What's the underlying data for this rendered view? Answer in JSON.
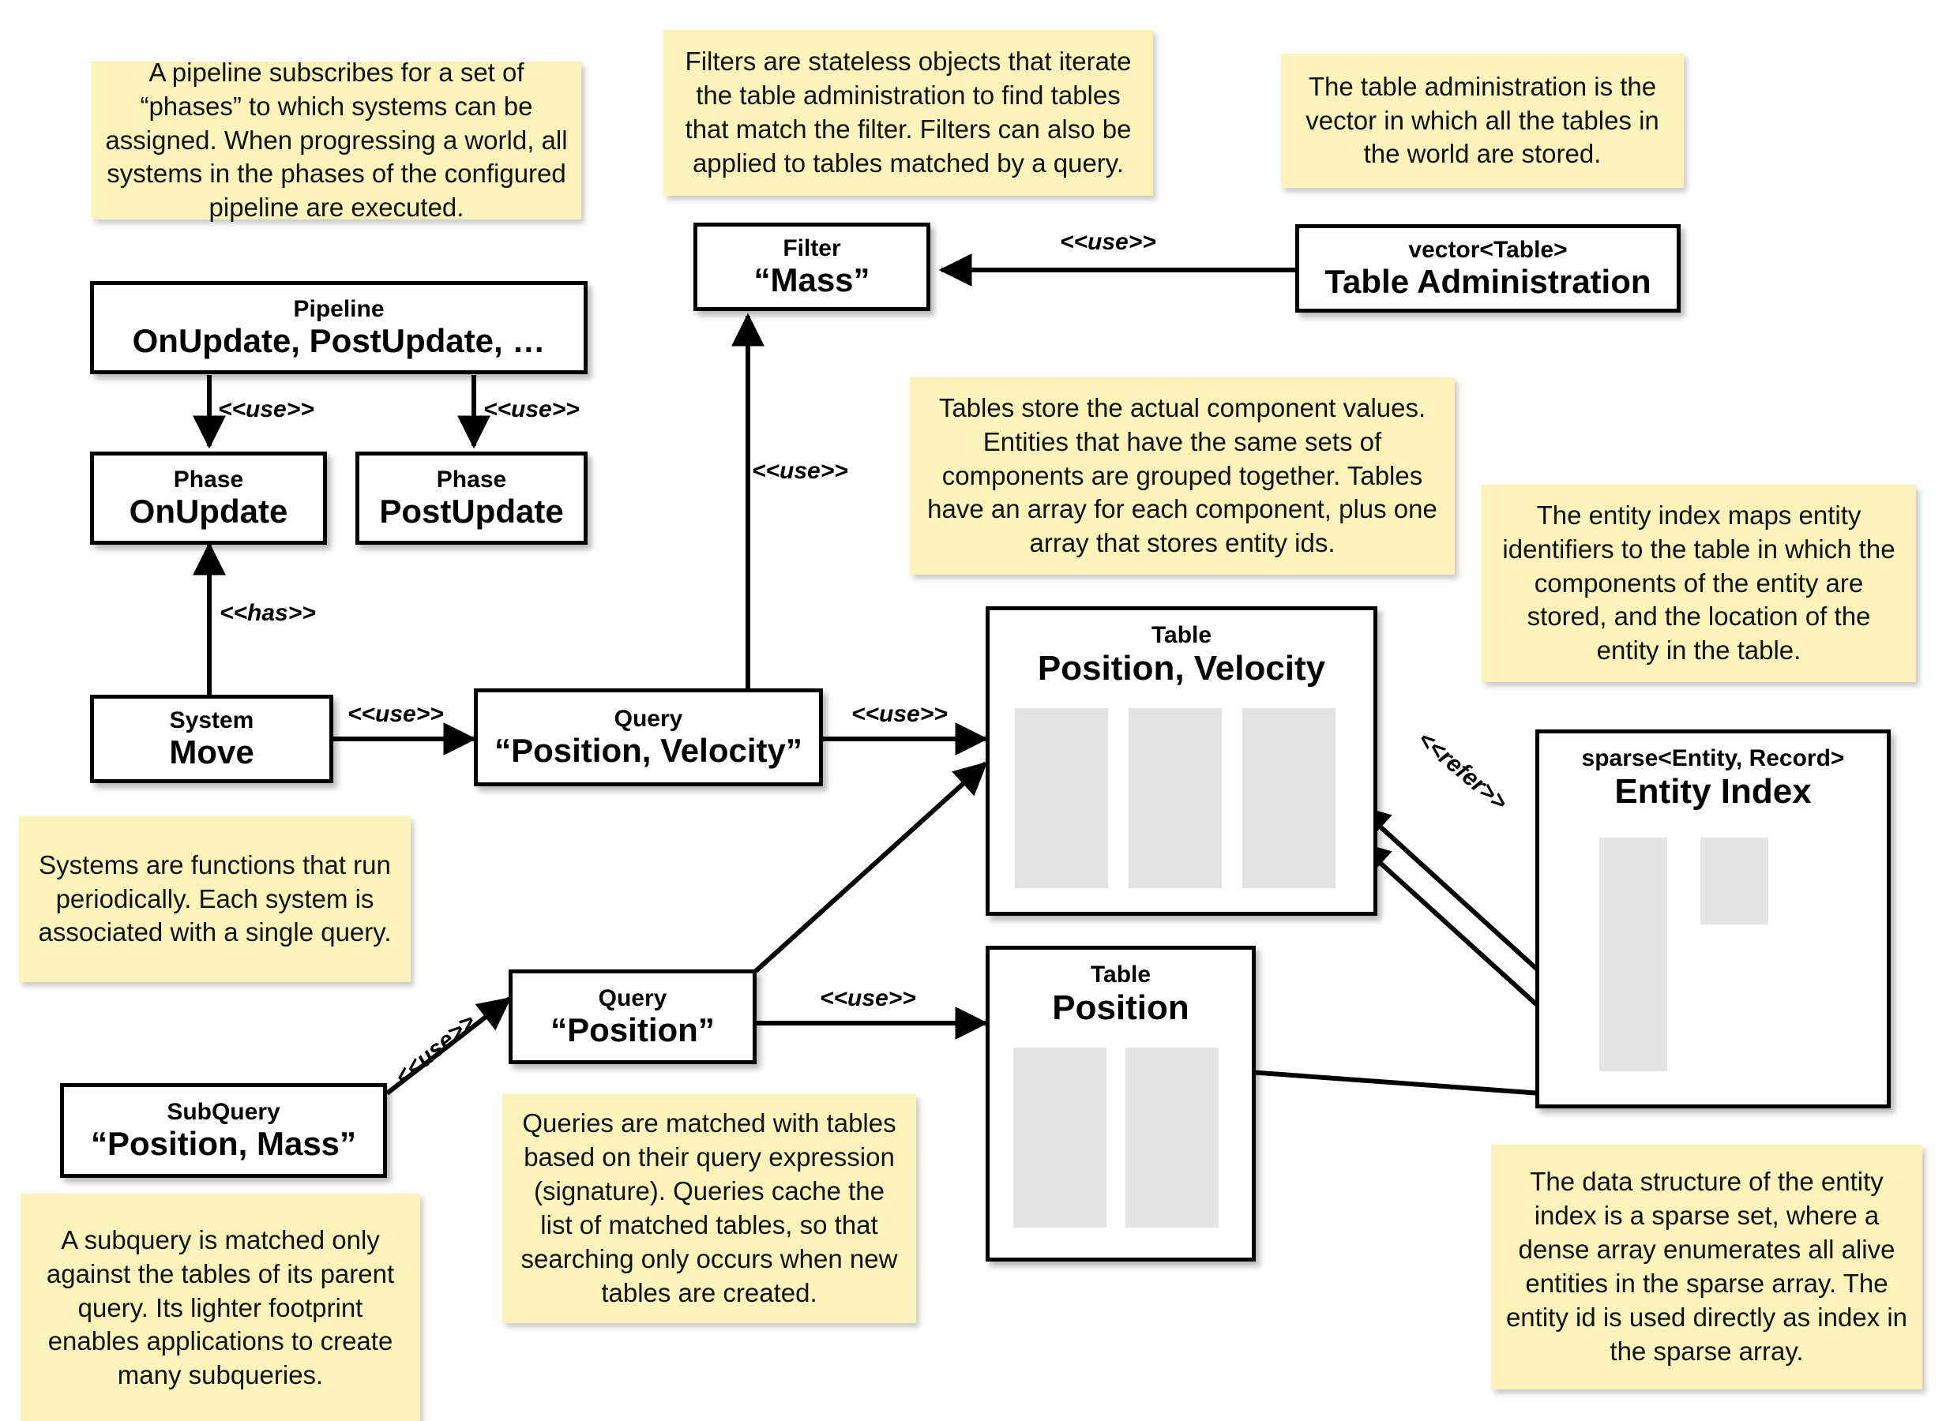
{
  "diagram": {
    "title": "ECS (Entity Component System) architecture diagram",
    "colors": {
      "note_background": "#fbf3b9",
      "box_background": "#ffffff",
      "box_border": "#000000",
      "column_fill": "#e3e3e3",
      "page_background": "#ffffff"
    }
  },
  "notes": [
    {
      "id": "note-pipeline",
      "text": "A pipeline subscribes for a set of “phases” to which systems can be assigned. When progressing a world, all systems in the phases of the configured pipeline are executed."
    },
    {
      "id": "note-filters",
      "text": "Filters are stateless objects that iterate the table administration to find tables that match the filter. Filters can also be applied to tables matched by a query."
    },
    {
      "id": "note-table-admin",
      "text": "The table administration is the vector in which all the tables in the world are stored."
    },
    {
      "id": "note-tables",
      "text": "Tables store the actual component values. Entities that have the same sets of components are grouped together. Tables have an array for each component, plus one array that stores entity ids."
    },
    {
      "id": "note-entity-index",
      "text": "The entity index maps entity identifiers to the table in which the components of the entity are stored, and the location of the entity in the table."
    },
    {
      "id": "note-systems",
      "text": "Systems are functions that run periodically. Each system is associated with a single query."
    },
    {
      "id": "note-queries",
      "text": "Queries are matched with tables based on their query expression (signature). Queries cache the list of matched tables, so that searching only occurs when new tables are created."
    },
    {
      "id": "note-subquery",
      "text": "A subquery is matched only against the tables of its parent query. Its lighter footprint enables applications to create many subqueries."
    },
    {
      "id": "note-sparse-set",
      "text": "The data structure of the entity index is a sparse set, where a dense array enumerates all alive entities in the sparse array. The entity id is used directly as index in the sparse array."
    }
  ],
  "boxes": {
    "filter_mass": {
      "stereotype": "Filter",
      "name": "“Mass”"
    },
    "table_admin": {
      "stereotype": "vector<Table>",
      "name": "Table Administration"
    },
    "pipeline": {
      "stereotype": "Pipeline",
      "name": "OnUpdate, PostUpdate, …"
    },
    "phase_onupdate": {
      "stereotype": "Phase",
      "name": "OnUpdate"
    },
    "phase_postupdate": {
      "stereotype": "Phase",
      "name": "PostUpdate"
    },
    "system_move": {
      "stereotype": "System",
      "name": "Move"
    },
    "query_pos_vel": {
      "stereotype": "Query",
      "name": "“Position, Velocity”"
    },
    "query_pos": {
      "stereotype": "Query",
      "name": "“Position”"
    },
    "subquery_pos_mass": {
      "stereotype": "SubQuery",
      "name": "“Position, Mass”"
    },
    "table_pos_vel": {
      "stereotype": "Table",
      "name": "Position, Velocity"
    },
    "table_pos": {
      "stereotype": "Table",
      "name": "Position"
    },
    "entity_index": {
      "stereotype": "sparse<Entity, Record>",
      "name": "Entity Index"
    }
  },
  "edge_labels": {
    "admin_to_filter": "<<use>>",
    "pipeline_to_onupdate": "<<use>>",
    "pipeline_to_postupdate": "<<use>>",
    "system_to_phase": "<<has>>",
    "system_to_query": "<<use>>",
    "query_to_filter": "<<use>>",
    "query_to_table": "<<use>>",
    "subquery_to_query": "<<use>>",
    "querypos_to_tablepos": "<<use>>",
    "index_refers_table": "<<refer>>"
  }
}
